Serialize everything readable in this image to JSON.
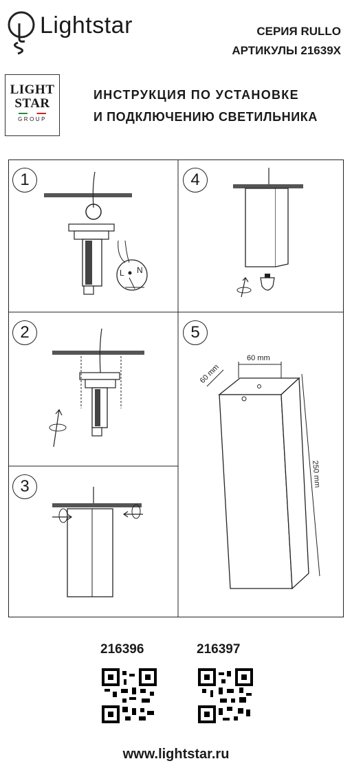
{
  "header": {
    "brand": "Lightstar",
    "series": "СЕРИЯ RULLO",
    "articles": "АРТИКУЛЫ 21639X",
    "title_line1": "ИНСТРУКЦИЯ ПО УСТАНОВКЕ",
    "title_line2": "И ПОДКЛЮЧЕНИЮ СВЕТИЛЬНИКА"
  },
  "logo_box": {
    "line1": "LIGHT",
    "line2": "STAR",
    "line3": "GROUP"
  },
  "steps": [
    "1",
    "2",
    "3",
    "4",
    "5"
  ],
  "step1": {
    "l_label": "L",
    "n_label": "N"
  },
  "dimensions": {
    "width": "60 mm",
    "depth": "60 mm",
    "height": "250 mm"
  },
  "codes": [
    "216396",
    "216397"
  ],
  "footer": {
    "url": "www.lightstar.ru"
  }
}
